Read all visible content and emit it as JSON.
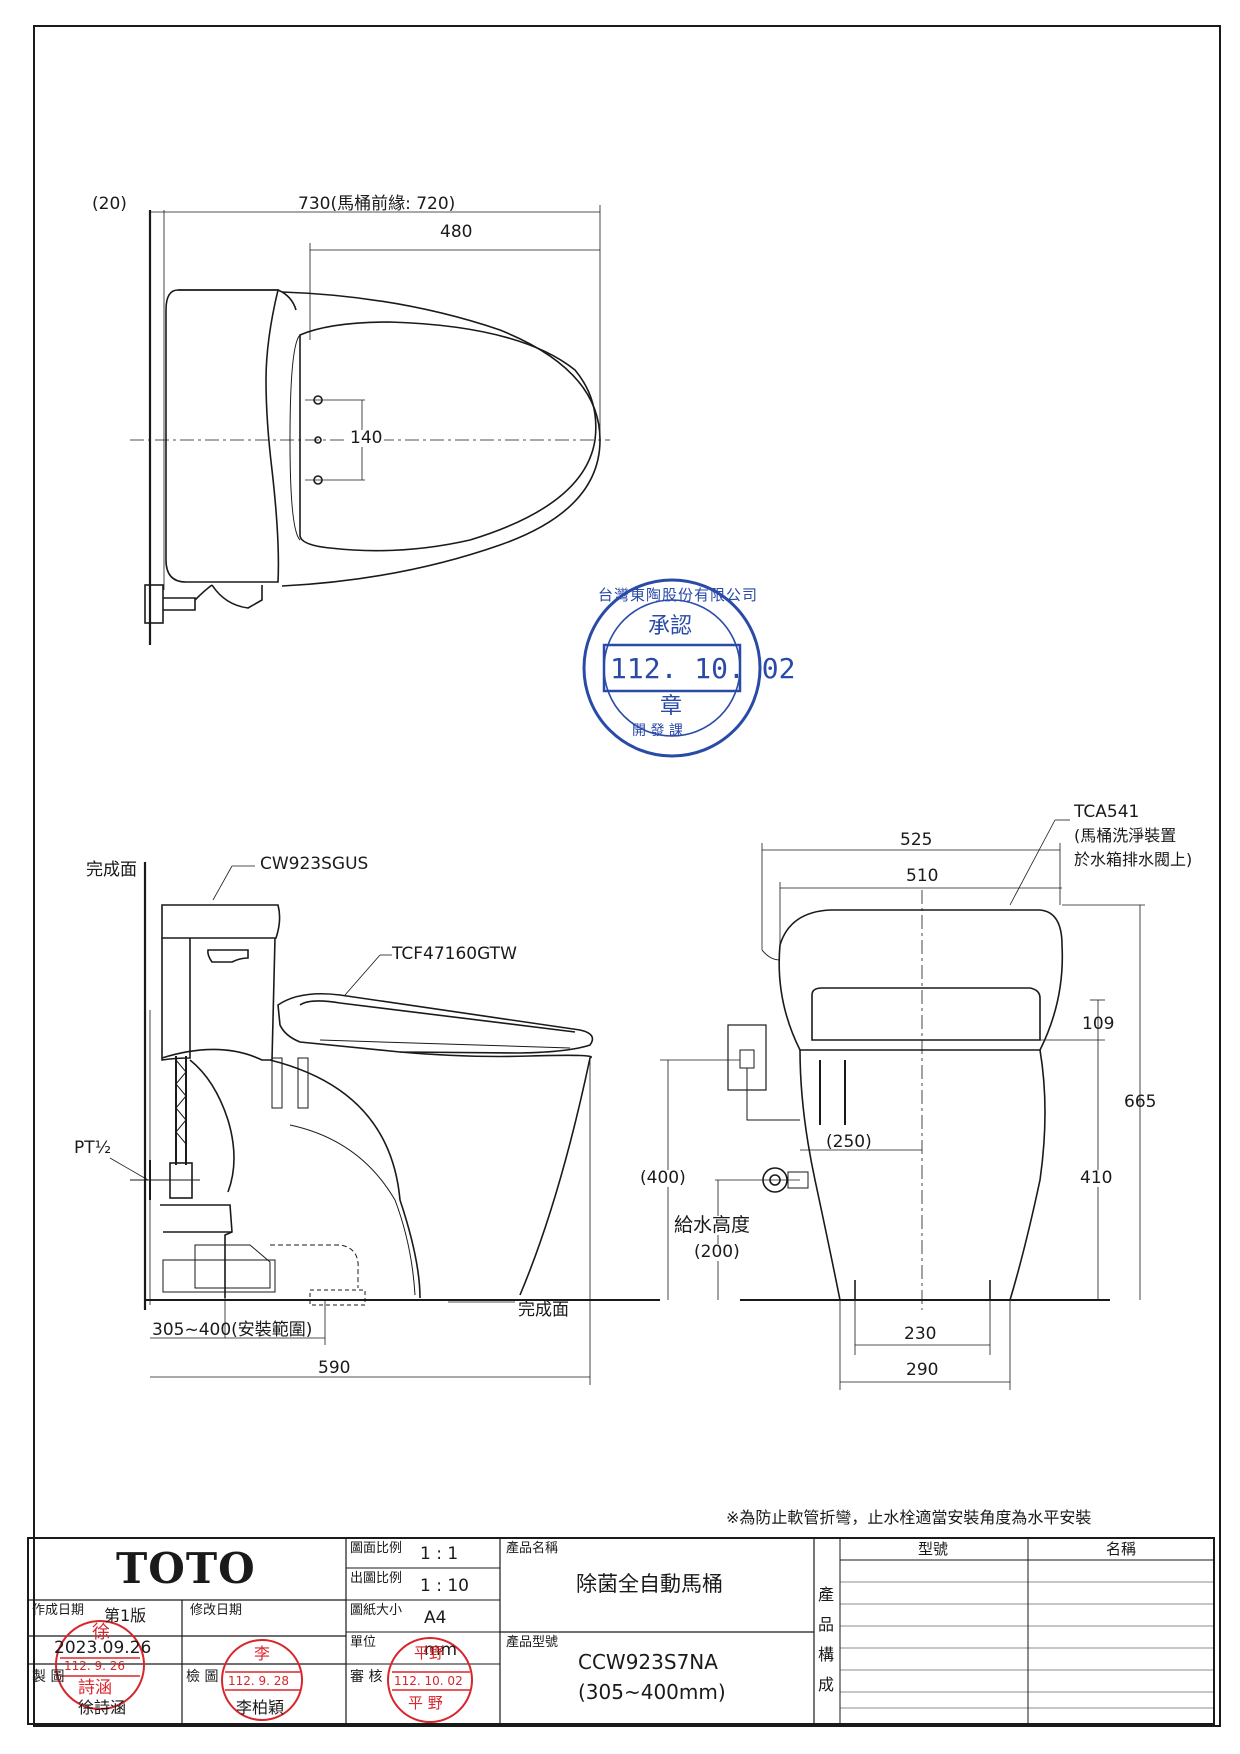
{
  "top_view": {
    "dim_offset": "(20)",
    "dim_overall": "730(馬桶前緣: 720)",
    "dim_seat": "480",
    "dim_bolts": "140"
  },
  "approval_stamp": {
    "company": "台灣東陶股份有限公司",
    "title": "承認",
    "date": "112. 10. 02",
    "seal": "章",
    "dept": "開 發 課"
  },
  "side_view": {
    "finish_wall": "完成面",
    "tank_model": "CW923SGUS",
    "seat_model": "TCF47160GTW",
    "pipe_thread": "PT½",
    "finish_floor": "完成面",
    "install_range": "305~400(安裝範圍)",
    "depth": "590"
  },
  "front_view": {
    "valve_model": "TCA541",
    "valve_note_1": "(馬桶洗淨裝置",
    "valve_note_2": "於水箱排水閥上)",
    "dim_525": "525",
    "dim_510": "510",
    "dim_109": "109",
    "dim_665": "665",
    "dim_250": "(250)",
    "dim_400": "(400)",
    "dim_410": "410",
    "supply_height": "給水高度",
    "dim_200": "(200)",
    "dim_230": "230",
    "dim_290": "290"
  },
  "note": "※為防止軟管折彎，止水栓適當安裝角度為水平安裝",
  "title_block": {
    "brand": "TOTO",
    "scale_label": "圖面比例",
    "scale_value": "1 : 1",
    "print_scale_label": "出圖比例",
    "print_scale_value": "1 : 10",
    "paper_label": "圖紙大小",
    "paper_value": "A4",
    "unit_label": "單位",
    "unit_value": "mm",
    "review_label": "審 核",
    "created_label": "作成日期",
    "edition": "第1版",
    "created_date": "2023.09.26",
    "revised_label": "修改日期",
    "drawn_label": "製 圖",
    "drawn_name": "徐詩涵",
    "checked_label": "檢 圖",
    "checked_name": "李柏穎",
    "product_name_label": "產品名稱",
    "product_name": "除菌全自動馬桶",
    "product_model_label": "產品型號",
    "product_model": "CCW923S7NA",
    "product_model_sub": "(305~400mm)",
    "composition_label": "產品構成",
    "col_model": "型號",
    "col_name": "名稱"
  },
  "seals": {
    "drawn_seal_top": "徐",
    "drawn_seal_date": "112. 9. 26",
    "drawn_seal_bottom": "詩涵",
    "checked_seal_top": "李",
    "checked_seal_date": "112. 9. 28",
    "review_seal_top": "平野",
    "review_seal_date": "112. 10. 02",
    "review_seal_bottom": "平 野"
  },
  "colors": {
    "ink": "#1a1a1a",
    "stamp_blue": "#2a4aa8",
    "seal_red": "#d8262c"
  }
}
